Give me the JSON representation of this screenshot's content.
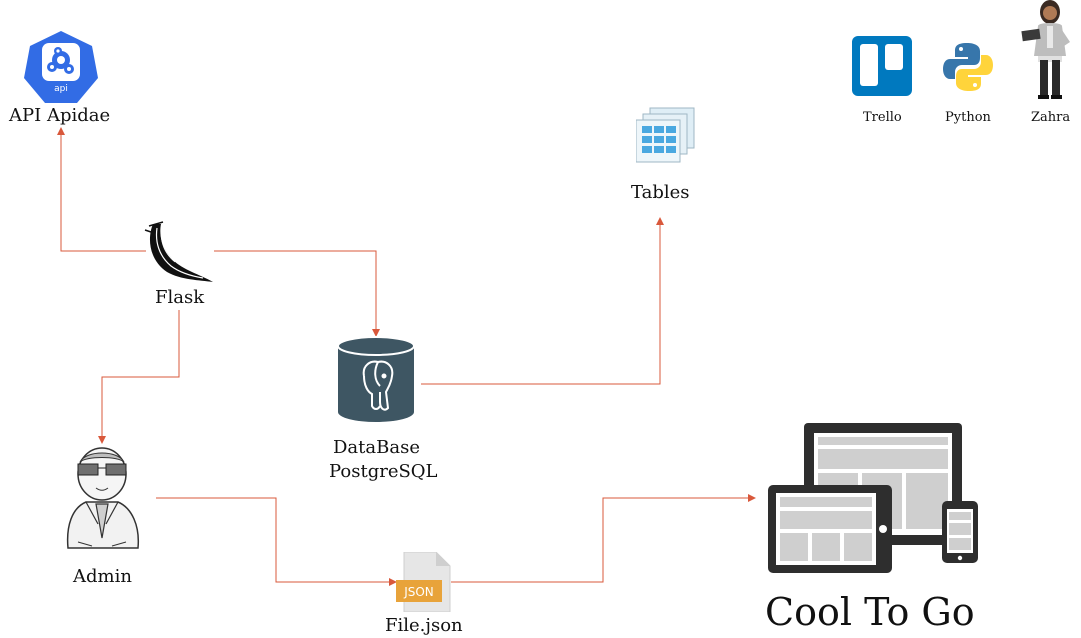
{
  "nodes": {
    "api": "API Apidae",
    "api_badge": "api",
    "flask": "Flask",
    "database_line1": "DataBase",
    "database_line2": "PostgreSQL",
    "tables": "Tables",
    "admin": "Admin",
    "file_json": "File.json",
    "json_badge": "JSON",
    "app": "Cool To Go"
  },
  "legend": {
    "trello": "Trello",
    "python": "Python",
    "zahra": "Zahra"
  },
  "colors": {
    "connector": "#d9583b",
    "api_blue": "#326ce5",
    "postgres": "#3e5663",
    "trello": "#0079bf",
    "json_orange": "#e8a33a",
    "device_dark": "#2e2e2e",
    "device_panel": "#cfcfcf"
  }
}
